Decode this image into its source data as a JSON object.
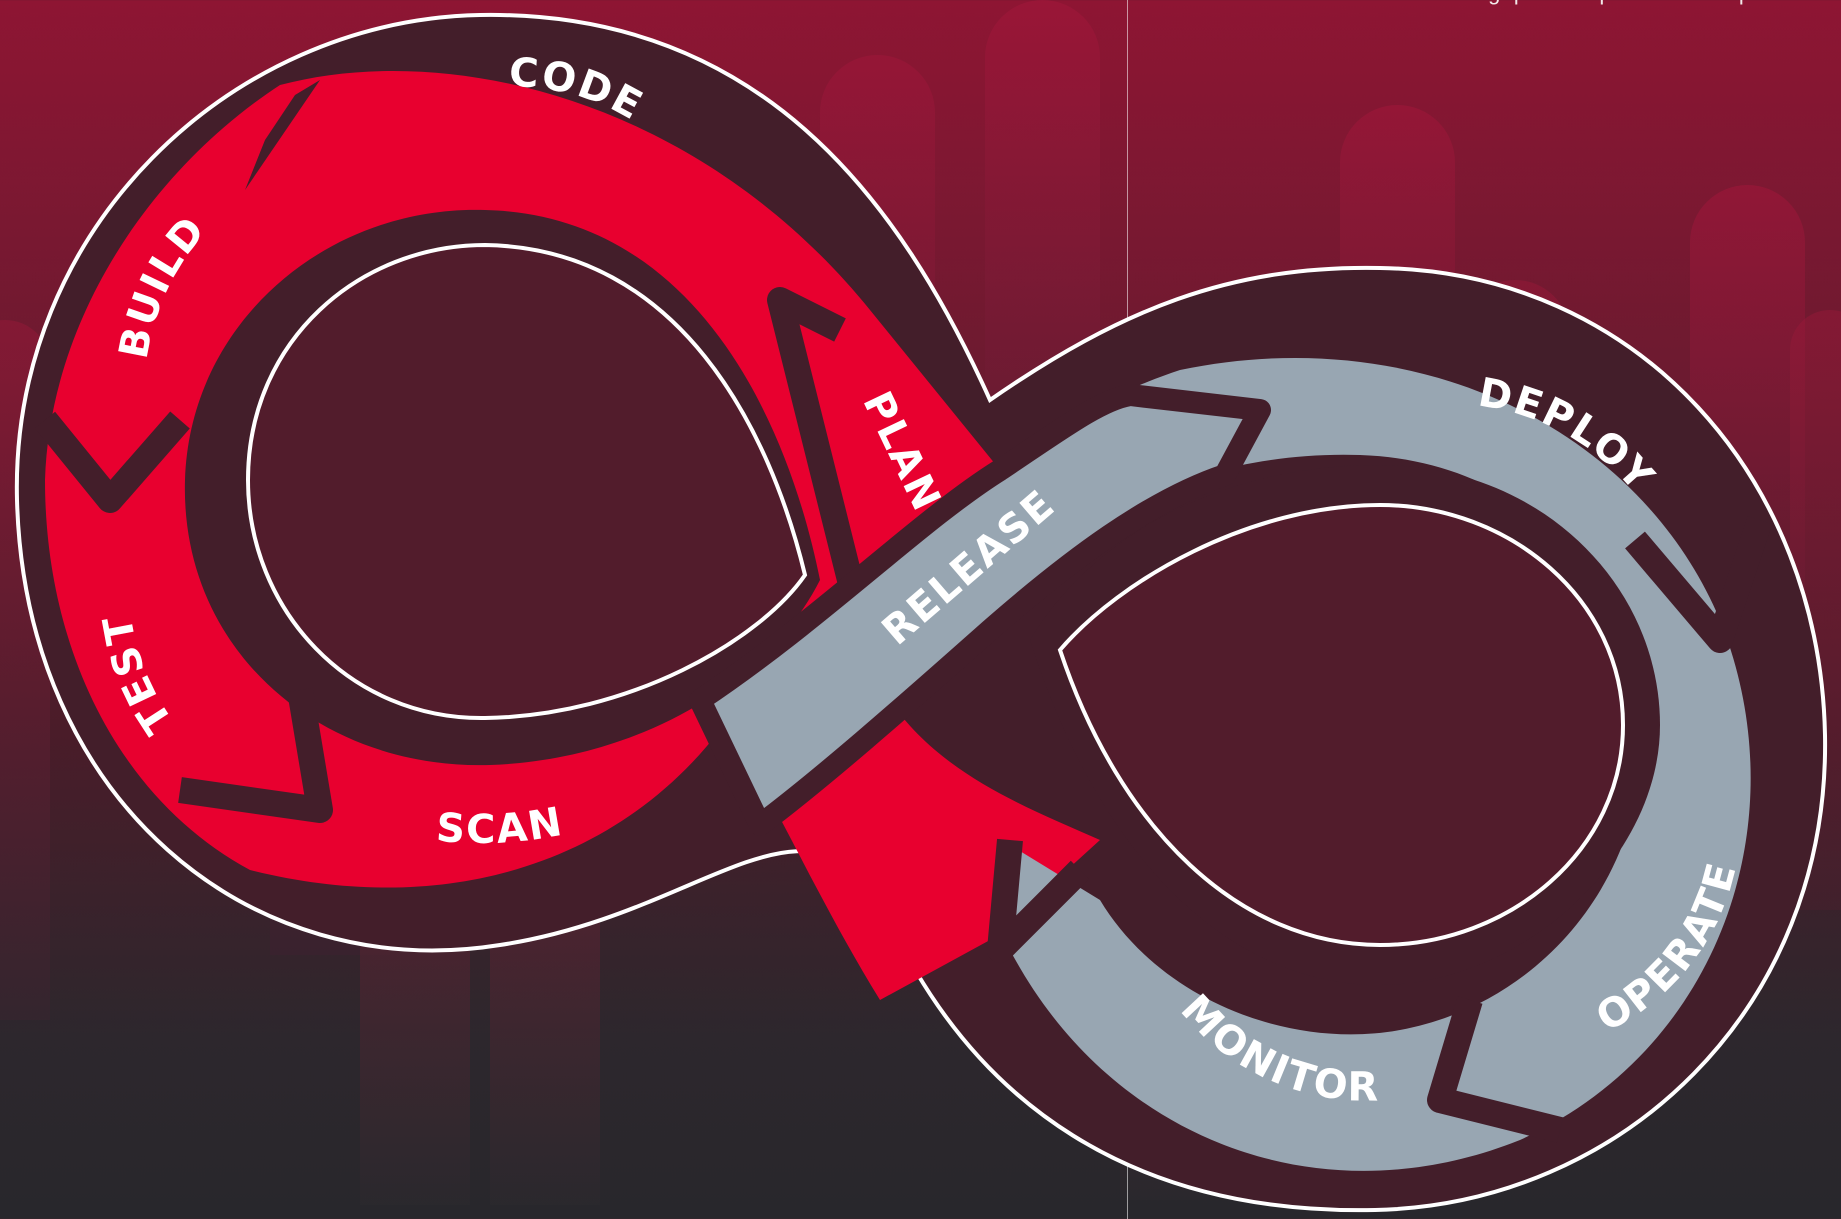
{
  "caption": "trong quá trình phát triển sản phẩm.",
  "stages": {
    "code": "CODE",
    "build": "BUILD",
    "test": "TEST",
    "scan": "SCAN",
    "plan": "PLAN",
    "release": "RELEASE",
    "deploy": "DEPLOY",
    "operate": "OPERATE",
    "monitor": "MONITOR"
  },
  "colors": {
    "red_loop": "#e8002f",
    "gray_loop": "#98a6b2",
    "dark_band": "#431e2a",
    "outline": "#ffffff"
  }
}
